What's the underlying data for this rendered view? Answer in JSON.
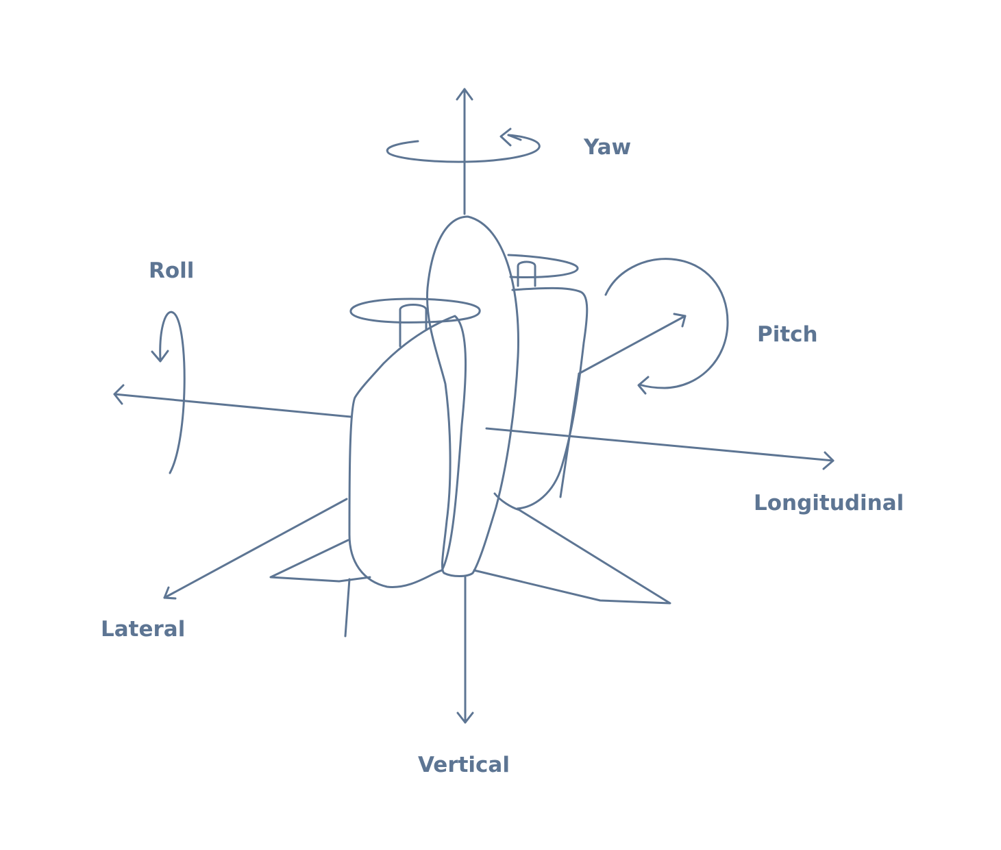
{
  "colors": {
    "line": "#5d7593",
    "text": "#5d7593",
    "background": "#ffffff"
  },
  "labels": {
    "yaw": "Yaw",
    "roll": "Roll",
    "pitch": "Pitch",
    "longitudinal": "Longitudinal",
    "lateral": "Lateral",
    "vertical": "Vertical"
  }
}
